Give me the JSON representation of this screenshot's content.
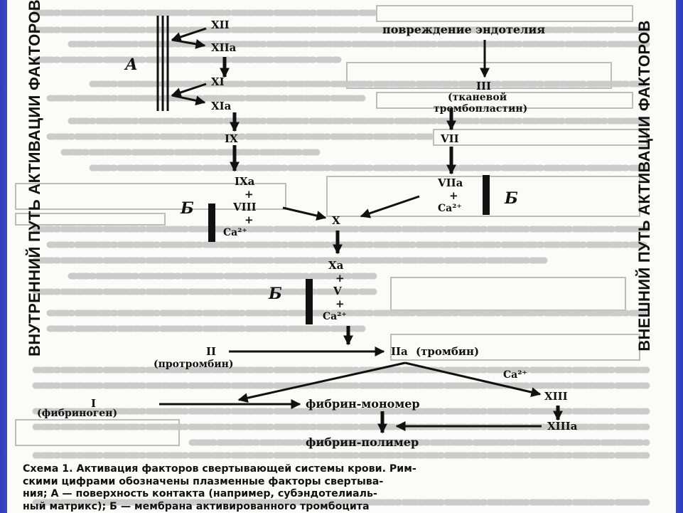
{
  "labels": {
    "xii": "XII",
    "xiia": "XIIa",
    "a": "А",
    "xi": "XI",
    "xia": "XIa",
    "ix": "IX",
    "ixa": "IXa",
    "plus1": "+",
    "viii": "VIII",
    "plus2": "+",
    "ca_left": "Ca²⁺",
    "b_left": "Б",
    "x": "X",
    "xa": "Xa",
    "plus3": "+",
    "v": "V",
    "plus4": "+",
    "ca_mid": "Ca²⁺",
    "b_mid": "Б",
    "endo": "повреждение эндотелия",
    "iii": "III",
    "tissue1": "(тканевой",
    "tissue2": "тромбопластин)",
    "vii": "VII",
    "viia": "VIIa",
    "plus5": "+",
    "ca_right": "Ca²⁺",
    "b_right": "Б",
    "ii": "II",
    "prothrombin": "(протромбин)",
    "iia": "IIa (тромбин)",
    "ca_thr": "Ca²⁺",
    "i": "I",
    "fibrinogen": "(фибриноген)",
    "monomer": "фибрин-мономер",
    "xiii": "XIII",
    "xiiia": "XIIIa",
    "polymer": "фибрин-полимер"
  },
  "side": {
    "left": "ВНУТРЕННИЙ ПУТЬ АКТИВАЦИИ ФАКТОРОВ",
    "right": "ВНЕШНИЙ ПУТЬ АКТИВАЦИИ ФАКТОРОВ"
  },
  "caption": {
    "line1": "Схема 1. Активация факторов свертывающей системы крови. Рим-",
    "line2": "скими цифрами обозначены плазменные факторы свертыва-",
    "line3": "ния; А — поверхность контакта (например, субэндотелиаль-",
    "line4": "ный матрикс); Б — мембрана активированного тромбоцита"
  },
  "colors": {
    "frame": "#3a48c8",
    "ink": "#111111",
    "ghost": "#b5b5b5"
  }
}
